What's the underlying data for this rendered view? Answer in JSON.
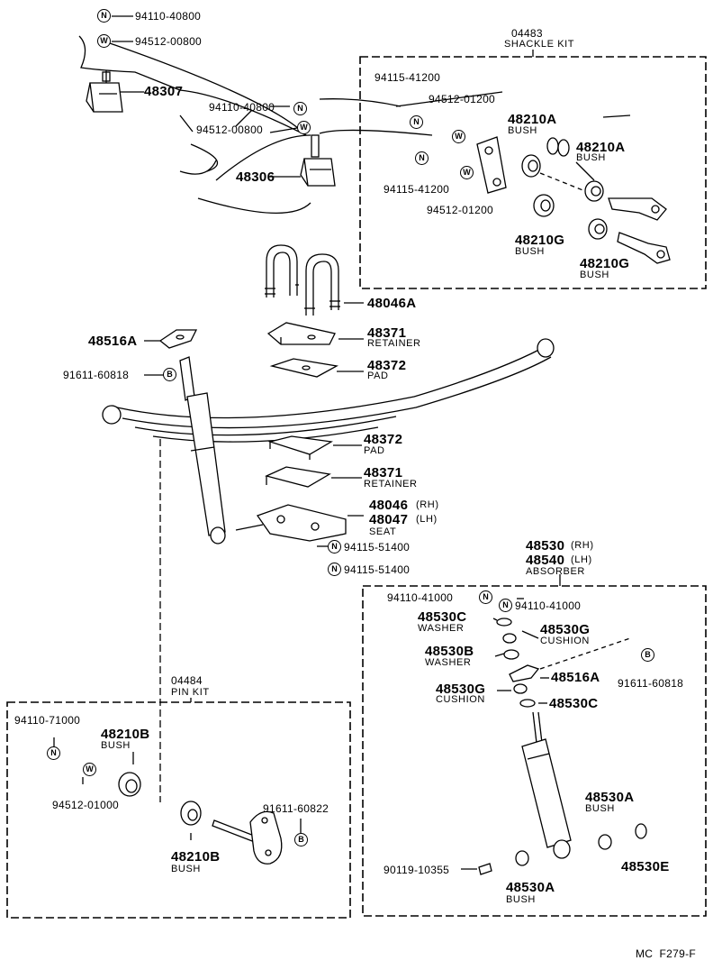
{
  "callouts": {
    "top_n_code": "94110-40800",
    "top_w_code": "94512-00800",
    "p48307": "48307",
    "p48306": "48306",
    "mid_n_code": "94110-40800",
    "mid_w_code": "94512-00800",
    "shackle_kit_num": "04483",
    "shackle_kit_name": "SHACKLE KIT",
    "s_n1": "94115-41200",
    "s_w1": "94512-01200",
    "s_n2": "94115-41200",
    "s_w2": "94512-01200",
    "bush_48210A_1": "48210A",
    "bush_48210A_1_sub": "BUSH",
    "bush_48210A_2": "48210A",
    "bush_48210A_2_sub": "BUSH",
    "bush_48210G_1": "48210G",
    "bush_48210G_1_sub": "BUSH",
    "bush_48210G_2": "48210G",
    "bush_48210G_2_sub": "BUSH",
    "ubolt": "48046A",
    "p48516A_left": "48516A",
    "b_left_code": "91611-60818",
    "ret_top": "48371",
    "ret_top_sub": "RETAINER",
    "pad_top": "48372",
    "pad_top_sub": "PAD",
    "pad_bot": "48372",
    "pad_bot_sub": "PAD",
    "ret_bot": "48371",
    "ret_bot_sub": "RETAINER",
    "seat_rh": "48046",
    "seat_rh_side": "(RH)",
    "seat_lh": "48047",
    "seat_lh_side": "(LH)",
    "seat_sub": "SEAT",
    "seat_n1": "94115-51400",
    "seat_n2": "94115-51400",
    "abs_rh": "48530",
    "abs_rh_side": "(RH)",
    "abs_lh": "48540",
    "abs_lh_side": "(LH)",
    "abs_sub": "ABSORBER",
    "abs_n1": "94110-41000",
    "abs_n2": "94110-41000",
    "w48530C": "48530C",
    "w48530C_sub": "WASHER",
    "c48530G_1": "48530G",
    "c48530G_1_sub": "CUSHION",
    "w48530B": "48530B",
    "w48530B_sub": "WASHER",
    "p48516A_right": "48516A",
    "b_right_code": "91611-60818",
    "c48530G_2": "48530G",
    "c48530G_2_sub": "CUSHION",
    "p48530C_2": "48530C",
    "b48530A_1": "48530A",
    "b48530A_1_sub": "BUSH",
    "bolt_code": "90119-10355",
    "b48530A_2": "48530A",
    "b48530A_2_sub": "BUSH",
    "p48530E": "48530E",
    "pin_kit_num": "04484",
    "pin_kit_name": "PIN KIT",
    "pk_n_code": "94110-71000",
    "pk_w_code": "94512-01000",
    "pk_bush1": "48210B",
    "pk_bush1_sub": "BUSH",
    "pk_bush2": "48210B",
    "pk_bush2_sub": "BUSH",
    "pk_b_code": "91611-60822",
    "footer": "MC  F279-F"
  },
  "symbols": {
    "nut": "N",
    "washer": "W",
    "bolt": "B"
  }
}
